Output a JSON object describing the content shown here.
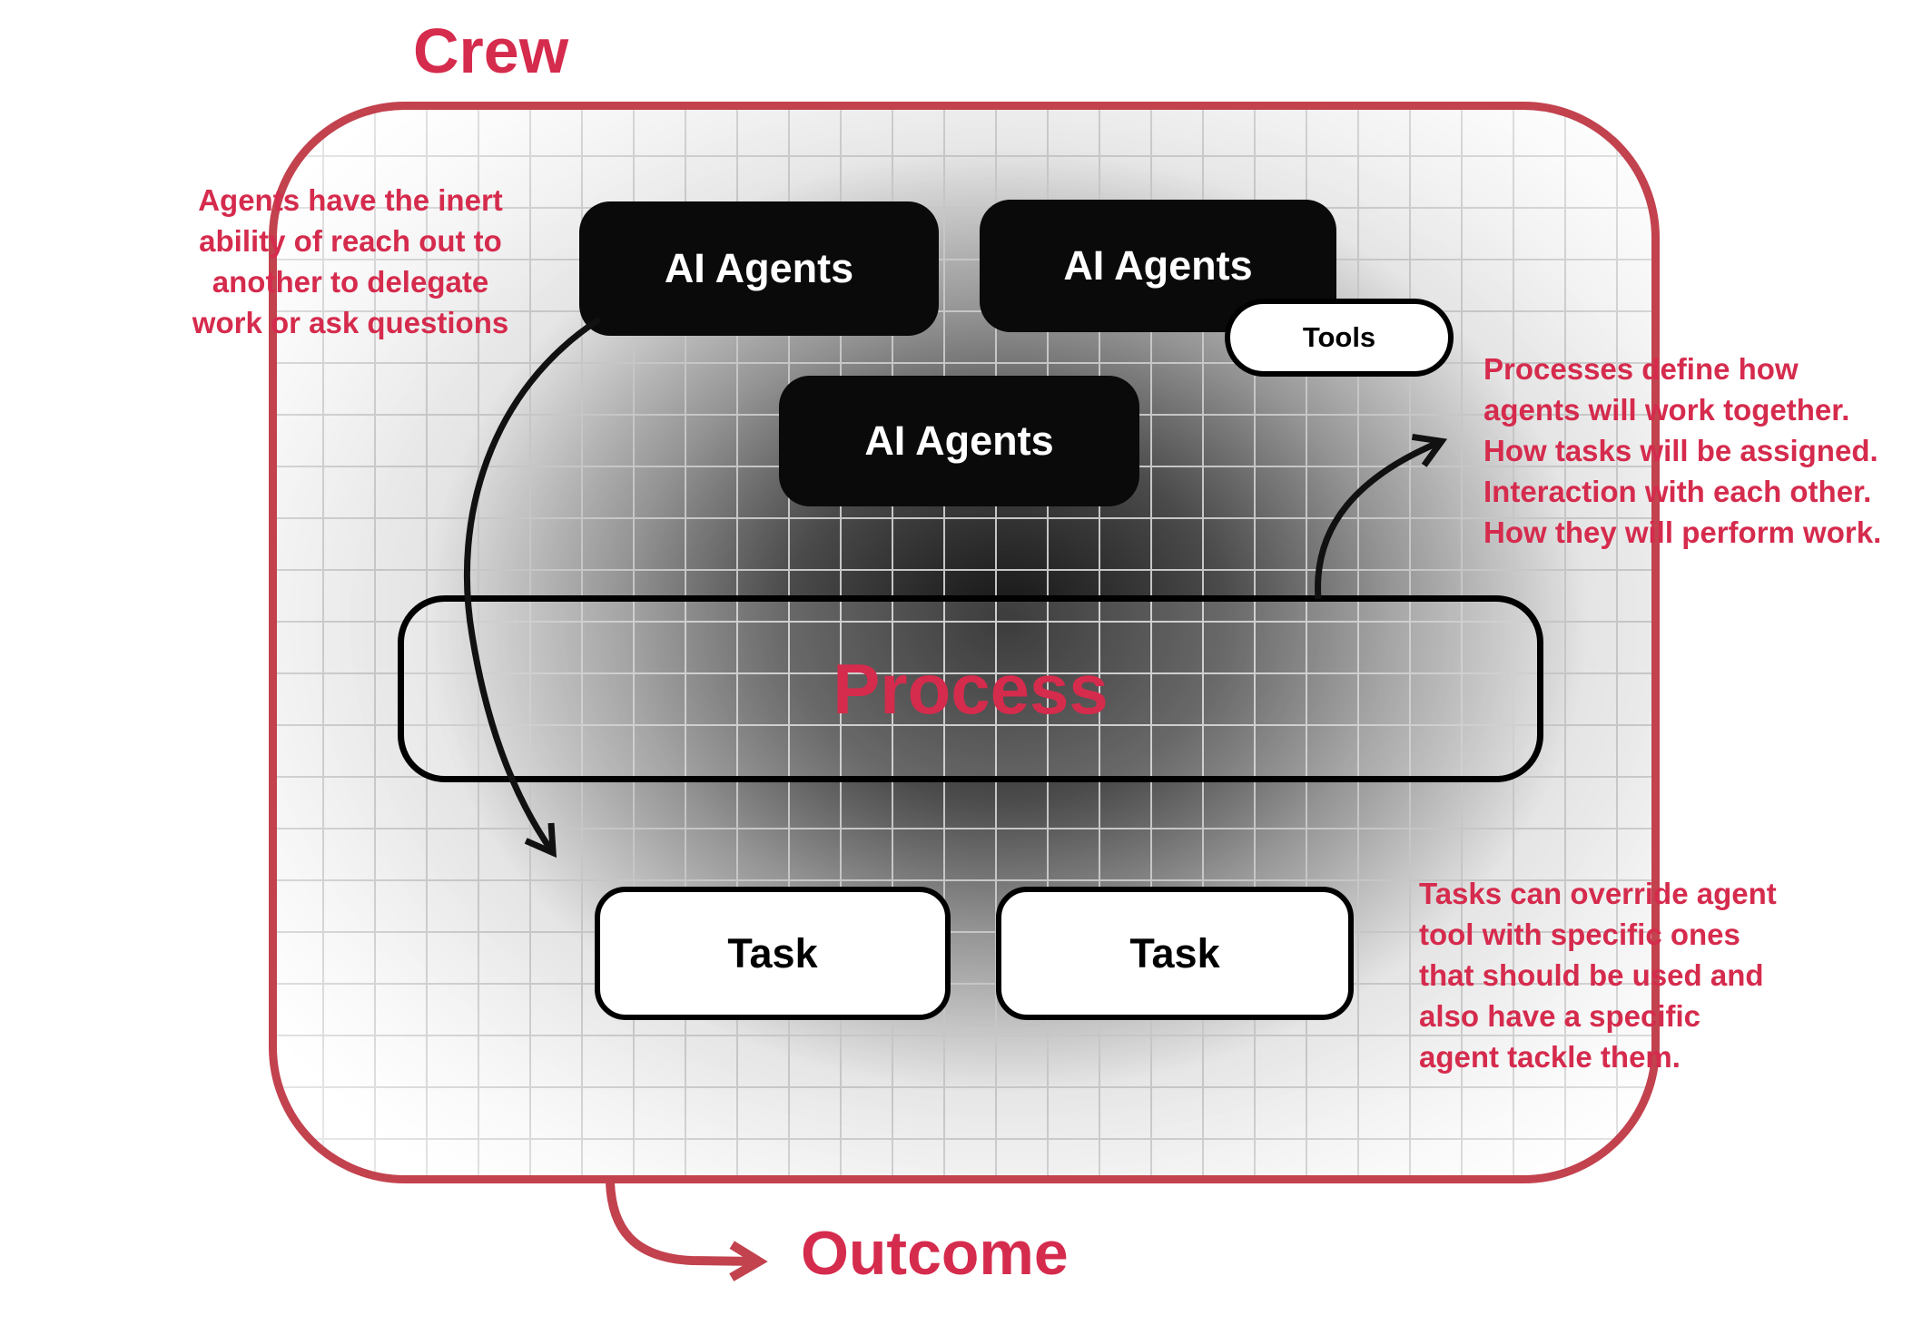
{
  "colors": {
    "accent": "#d52b4d",
    "frame": "#c2424e",
    "ink": "#111111",
    "grid": "#c6c6c6"
  },
  "diagram": {
    "crew_label": "Crew",
    "outcome_label": "Outcome",
    "agents": [
      {
        "label": "AI Agents"
      },
      {
        "label": "AI Agents"
      },
      {
        "label": "AI Agents"
      }
    ],
    "tools_label": "Tools",
    "process_label": "Process",
    "tasks": [
      {
        "label": "Task"
      },
      {
        "label": "Task"
      }
    ],
    "notes": {
      "left": "Agents have the inert\nability of reach out to\nanother to delegate\nwork or ask questions",
      "right_top": "Processes define how\nagents will work together.\nHow tasks will be assigned.\nInteraction with each other.\nHow they will perform work.",
      "right_bottom": "Tasks can override agent\ntool with specific ones\nthat should be used and\nalso have a specific\nagent tackle them."
    }
  }
}
